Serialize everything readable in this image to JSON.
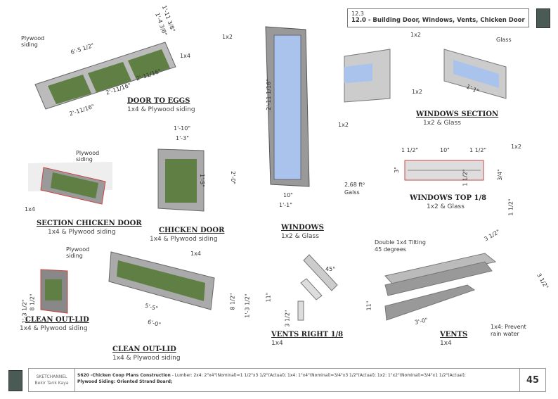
{
  "header": {
    "section": "12.3",
    "title": "12.0 - Building Door, Windows, Vents, Chicken Door"
  },
  "footer": {
    "channel": "SKETCHANNEL",
    "author": "Bekir Tarık Kaya",
    "title": "S620 -Chicken Coop Plans Construction",
    "lumber_prefix": " - Lumber: ",
    "spec": "2x4: 2\"x4\"(Nominal)=1 1/2\"x3 1/2\"(Actual); 1x4: 1\"x4\"(Nominal)=3/4\"x3 1/2\"(Actual); 1x2: 1\"x2\"(Nominal)=3/4\"x1 1/2\"(Actual);",
    "spec2": "Plywood Siding: Oriented Strand Board;",
    "page": "45"
  },
  "sections": [
    {
      "title": "DOOR TO EGGS",
      "subtitle": "1x4 & Plywood siding"
    },
    {
      "title": "SECTION CHICKEN DOOR",
      "subtitle": "1x4 & Plywood siding"
    },
    {
      "title": "CHICKEN DOOR",
      "subtitle": "1x4 & Plywood siding"
    },
    {
      "title": "WINDOWS",
      "subtitle": "1x2 & Glass"
    },
    {
      "title": "WINDOWS SECTION",
      "subtitle": "1x2 & Glass"
    },
    {
      "title": "WINDOWS TOP 1/8",
      "subtitle": "1x2 & Glass"
    },
    {
      "title": "CLEAN OUT-LID",
      "subtitle": "1x4 & Plywood siding"
    },
    {
      "title": "CLEAN OUT-LID",
      "subtitle": "1x4 & Plywood siding"
    },
    {
      "title": "VENTS RIGHT 1/8",
      "subtitle": "1x4"
    },
    {
      "title": "VENTS",
      "subtitle": "1x4"
    }
  ],
  "labels": [
    "Plywood siding",
    "6'-5 1/2\"",
    "1'-11 3/8\"",
    "1'-4 3/8\"",
    "1x4",
    "2'-11/16\"",
    "2'-11/16\"",
    "2'-11/16\"",
    "Plywood siding",
    "1x4",
    "1'-10\"",
    "1'-3\"",
    "1'-5\"",
    "2'-0\"",
    "1x2",
    "2'-11 1/16\"",
    "10\"",
    "1'-1\"",
    "2,68 ft²",
    "Galss",
    "1x2",
    "1x2",
    "1x2",
    "Glass",
    "1'-1\"",
    "1 1/2\"",
    "10\"",
    "1 1/2\"",
    "1x2",
    "3\"",
    "1 1/2\"",
    "3/4\"",
    "1 1/2\"",
    "Plywood siding",
    "1'-3 1/2\"",
    "8 1/2\"",
    "1x4",
    "5'-5\"",
    "6'-0\"",
    "8 1/2\"",
    "1'-3 1/2\"",
    "11\"",
    "3 1/2\"",
    "45°",
    "Double 1x4 Tilting",
    "45 degrees",
    "3 1/2\"",
    "3 1/2\"",
    "11\"",
    "3'-0\"",
    "1x4: Prevent",
    "rain water"
  ]
}
